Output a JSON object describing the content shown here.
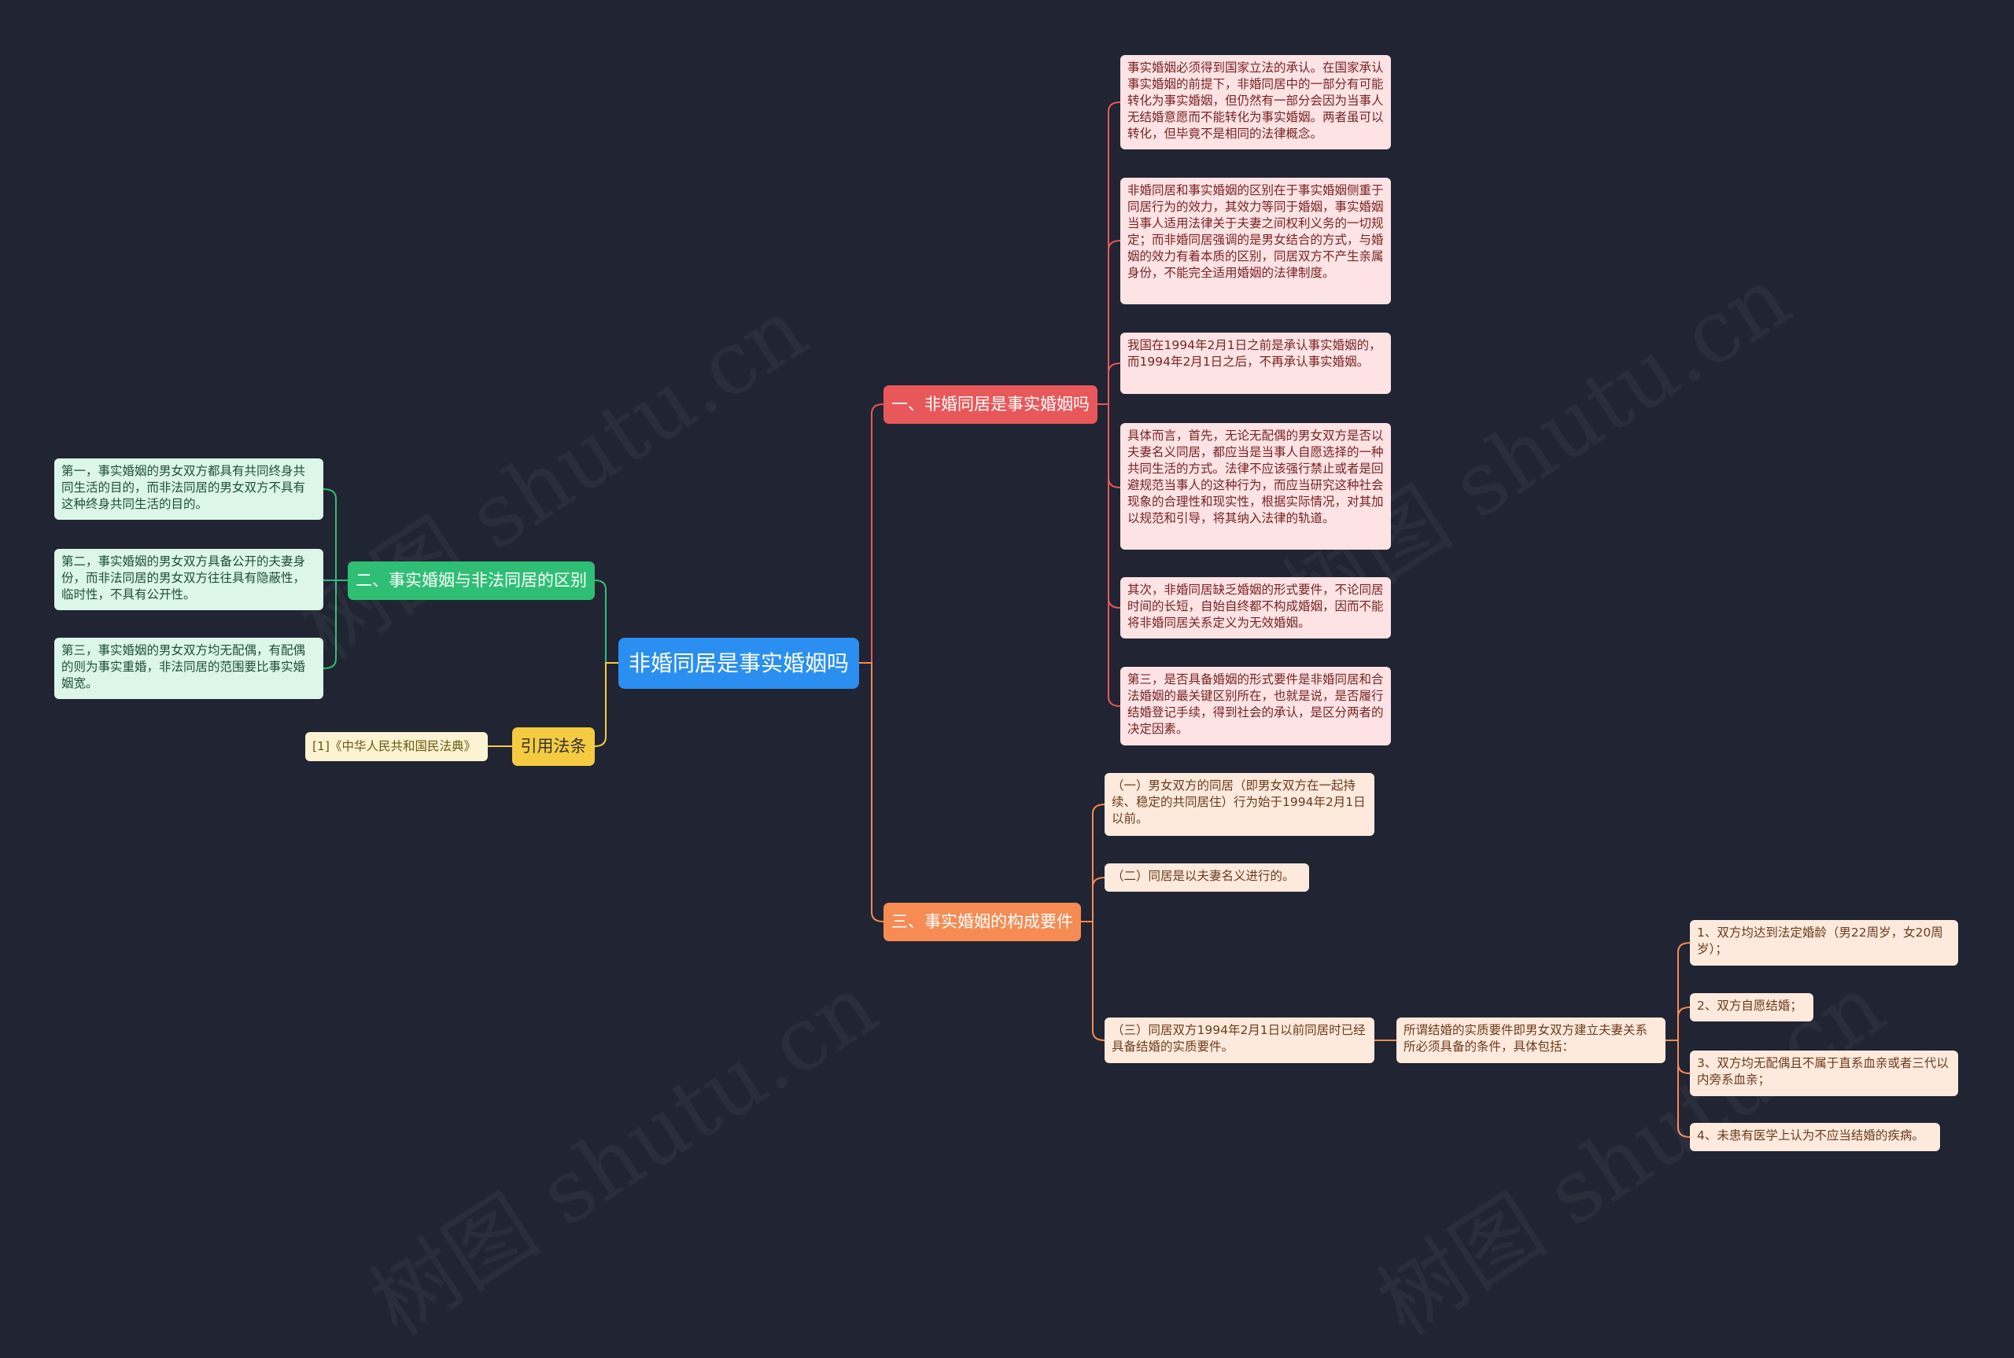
{
  "root": {
    "label": "非婚同居是事实婚姻吗"
  },
  "branch1": {
    "label": "一、非婚同居是事实婚姻吗",
    "color": "#e8575a",
    "leaves": [
      "事实婚姻必须得到国家立法的承认。在国家承认事实婚姻的前提下，非婚同居中的一部分有可能转化为事实婚姻，但仍然有一部分会因为当事人无结婚意愿而不能转化为事实婚姻。两者虽可以转化，但毕竟不是相同的法律概念。",
      "非婚同居和事实婚姻的区别在于事实婚姻侧重于同居行为的效力，其效力等同于婚姻，事实婚姻当事人适用法律关于夫妻之间权利义务的一切规定；而非婚同居强调的是男女结合的方式，与婚姻的效力有着本质的区别，同居双方不产生亲属身份，不能完全适用婚姻的法律制度。",
      "我国在1994年2月1日之前是承认事实婚姻的，而1994年2月1日之后，不再承认事实婚姻。",
      "具体而言，首先，无论无配偶的男女双方是否以夫妻名义同居，都应当是当事人自愿选择的一种共同生活的方式。法律不应该强行禁止或者是回避规范当事人的这种行为，而应当研究这种社会现象的合理性和现实性，根据实际情况，对其加以规范和引导，将其纳入法律的轨道。",
      "其次，非婚同居缺乏婚姻的形式要件，不论同居时间的长短，自始自终都不构成婚姻，因而不能将非婚同居关系定义为无效婚姻。",
      "第三，是否具备婚姻的形式要件是非婚同居和合法婚姻的最关键区别所在，也就是说，是否履行结婚登记手续，得到社会的承认，是区分两者的决定因素。"
    ]
  },
  "branch2": {
    "label": "二、事实婚姻与非法同居的区别",
    "color": "#2fbf74",
    "leaves": [
      "第一，事实婚姻的男女双方都具有共同终身共同生活的目的，而非法同居的男女双方不具有这种终身共同生活的目的。",
      "第二，事实婚姻的男女双方具备公开的夫妻身份，而非法同居的男女双方往往具有隐蔽性，临时性，不具有公开性。",
      "第三，事实婚姻的男女双方均无配偶，有配偶的则为事实重婚，非法同居的范围要比事实婚姻宽。"
    ]
  },
  "branch3": {
    "label": "三、事实婚姻的构成要件",
    "color": "#f68b53",
    "leaves": [
      "（一）男女双方的同居（即男女双方在一起持续、稳定的共同居住）行为始于1994年2月1日以前。",
      "（二）同居是以夫妻名义进行的。",
      "（三）同居双方1994年2月1日以前同居时已经具备结婚的实质要件。"
    ],
    "sub": {
      "label": "所谓结婚的实质要件即男女双方建立夫妻关系所必须具备的条件，具体包括：",
      "items": [
        "1、双方均达到法定婚龄（男22周岁，女20周岁）；",
        "2、双方自愿结婚；",
        "3、双方均无配偶且不属于直系血亲或者三代以内旁系血亲；",
        "4、未患有医学上认为不应当结婚的疾病。"
      ]
    }
  },
  "branch4": {
    "label": "引用法条",
    "color": "#f5cb42",
    "leaves": [
      "[1]《中华人民共和国民法典》"
    ]
  },
  "watermark": "树图 shutu.cn"
}
